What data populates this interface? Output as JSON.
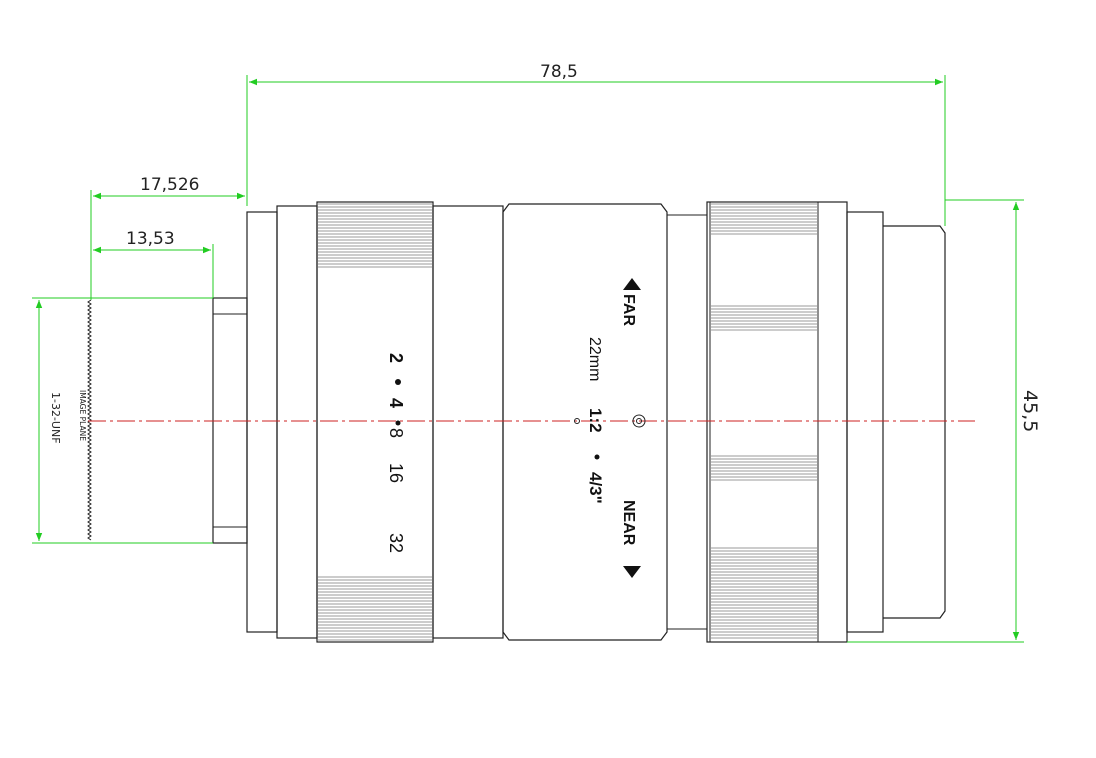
{
  "dimensions": {
    "overall_length": "78,5",
    "flange_to_image": "17,526",
    "mount_to_image": "13,53",
    "diameter": "45,5",
    "thread": "1-32-UNF"
  },
  "labels": {
    "image_plane": "IMAGE PLANE"
  },
  "lens_markings": {
    "aperture_scale": [
      "2",
      "4",
      "8",
      "16",
      "32"
    ],
    "focal_length": "22mm",
    "max_aperture": "1:2",
    "sensor_format": "4/3\"",
    "focus_far": "FAR",
    "focus_near": "NEAR"
  },
  "colors": {
    "dimension_lines": "#22cc22",
    "center_axis": "#cc2222",
    "outline": "#222222"
  }
}
